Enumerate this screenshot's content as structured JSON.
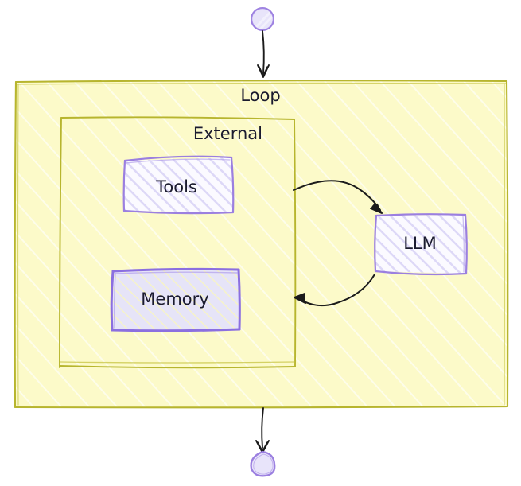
{
  "diagram": {
    "type": "flowchart",
    "style": "hand-drawn",
    "background": "#ffffff",
    "nodes": [
      {
        "id": "start",
        "name": "start-node",
        "shape": "circle",
        "label": "",
        "stroke": "#9b7fe0",
        "fill": "#e8e4fa"
      },
      {
        "id": "loop",
        "name": "loop-container",
        "shape": "rectangle",
        "label": "Loop",
        "stroke": "#b7b52e",
        "fill": "#fcfac9"
      },
      {
        "id": "external",
        "name": "external-container",
        "shape": "rectangle",
        "label": "External",
        "stroke": "#b7b52e",
        "fill": "#fcfac9"
      },
      {
        "id": "tools",
        "name": "tools-node",
        "shape": "rectangle",
        "label": "Tools",
        "stroke": "#9b7fe0",
        "fill": "#efedfd"
      },
      {
        "id": "memory",
        "name": "memory-node",
        "shape": "rectangle",
        "label": "Memory",
        "stroke": "#8b6fe0",
        "fill": "#e6e4f8"
      },
      {
        "id": "llm",
        "name": "llm-node",
        "shape": "rectangle",
        "label": "LLM",
        "stroke": "#9b7fe0",
        "fill": "#efedfd"
      },
      {
        "id": "end",
        "name": "end-node",
        "shape": "rounded-blob",
        "label": "",
        "stroke": "#9b7fe0",
        "fill": "#e8e4fa"
      }
    ],
    "edges": [
      {
        "name": "edge-start-to-loop",
        "from": "start",
        "to": "loop",
        "label": "",
        "arrow": "end"
      },
      {
        "name": "edge-external-to-llm",
        "from": "external",
        "to": "llm",
        "label": "",
        "arrow": "end"
      },
      {
        "name": "edge-llm-to-external",
        "from": "llm",
        "to": "external",
        "label": "",
        "arrow": "end"
      },
      {
        "name": "edge-loop-to-end",
        "from": "loop",
        "to": "end",
        "label": "",
        "arrow": "end"
      }
    ],
    "colors": {
      "edge_stroke": "#1b1b1b",
      "container_stroke": "#b7b52e",
      "container_fill": "#fcfac9",
      "node_stroke": "#9b7fe0",
      "node_fill": "#efedfd",
      "memory_fill": "#e6e4f8",
      "text": "#1b1b2f"
    }
  }
}
